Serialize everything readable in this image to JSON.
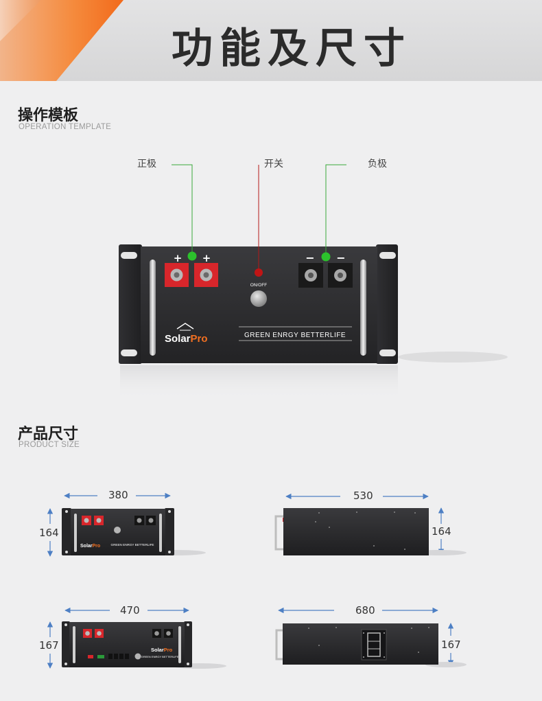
{
  "header": {
    "title": "功能及尺寸"
  },
  "operation": {
    "title": "操作模板",
    "subtitle": "OPERATION TEMPLATE",
    "callouts": {
      "positive": "正极",
      "switch": "开关",
      "negative": "负极"
    },
    "panel": {
      "on_off": "ON/OFF",
      "brand": "SolarPro",
      "brand_prefix": "Solar",
      "brand_suffix": "Pro",
      "slogan": "GREEN ENRGY BETTERLIFE",
      "plus": "+",
      "minus": "−"
    }
  },
  "size": {
    "title": "产品尺寸",
    "subtitle": "PRODUCT SIZE",
    "views": [
      {
        "width": "380",
        "height": "164"
      },
      {
        "width": "530",
        "height": "164"
      },
      {
        "width": "470",
        "height": "167"
      },
      {
        "width": "680",
        "height": "167"
      }
    ]
  },
  "colors": {
    "accent_orange": "#f37021",
    "callout_green": "#3aa83a",
    "callout_red": "#b51818",
    "dim_blue": "#4d7fc4",
    "terminal_red": "#d8262b",
    "panel_black": "#2a2a2c"
  }
}
